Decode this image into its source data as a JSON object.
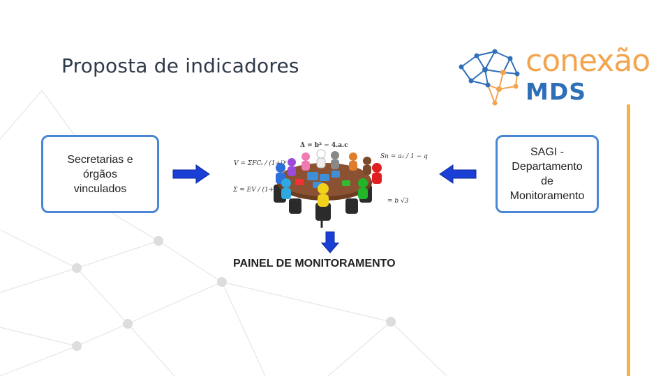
{
  "slide": {
    "title": "Proposta de indicadores",
    "logo": {
      "word": "conexão",
      "sub": "MDS",
      "icon": "brain-network-icon",
      "primary_color": "#f3a44f",
      "secondary_color": "#2e6fb8"
    },
    "left_box": {
      "lines": [
        "Secretarias e",
        "órgãos",
        "vinculados"
      ]
    },
    "right_box": {
      "lines": [
        "SAGI -",
        "Departamento",
        "de",
        "Monitoramento"
      ]
    },
    "illustration": {
      "icon": "team-puzzle-meeting-illustration",
      "formulas": [
        "Δ = b² − 4.a.c",
        "Sn = a₁ / 1 − q",
        "V = ΣFCₜ / (1+i)ᵗ",
        "Σ = EV / (1+i)"
      ]
    },
    "caption": "PAINEL DE MONITORAMENTO",
    "colors": {
      "box_border": "#4a86d4",
      "arrow_fill": "#1a3fd6",
      "accent_bar": "#f4b24a",
      "title": "#2f3a4a"
    }
  }
}
